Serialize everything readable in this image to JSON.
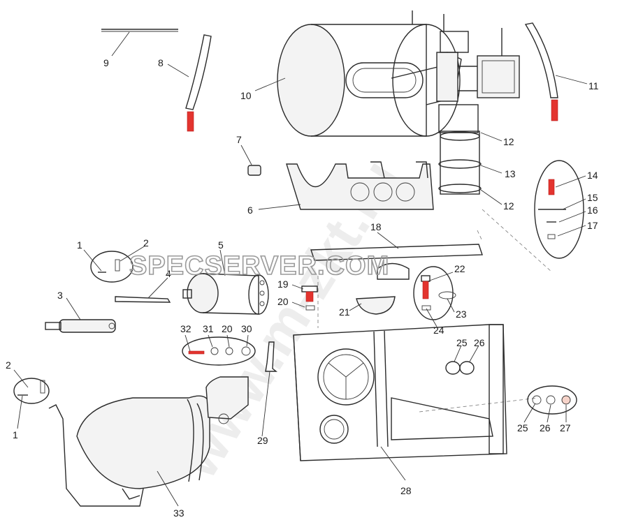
{
  "watermark": {
    "main": "SPECSERVER.COM",
    "diagonal": "www.m-zkt.ru"
  },
  "callouts": [
    "1",
    "2",
    "3",
    "4",
    "5",
    "6",
    "7",
    "8",
    "9",
    "10",
    "11",
    "12",
    "13",
    "14",
    "15",
    "16",
    "17",
    "18",
    "19",
    "20",
    "21",
    "22",
    "23",
    "24",
    "25",
    "26",
    "27",
    "28",
    "29",
    "30",
    "31",
    "32",
    "33"
  ],
  "colors": {
    "highlight": "#e3342f",
    "line": "#2a2a2a"
  }
}
